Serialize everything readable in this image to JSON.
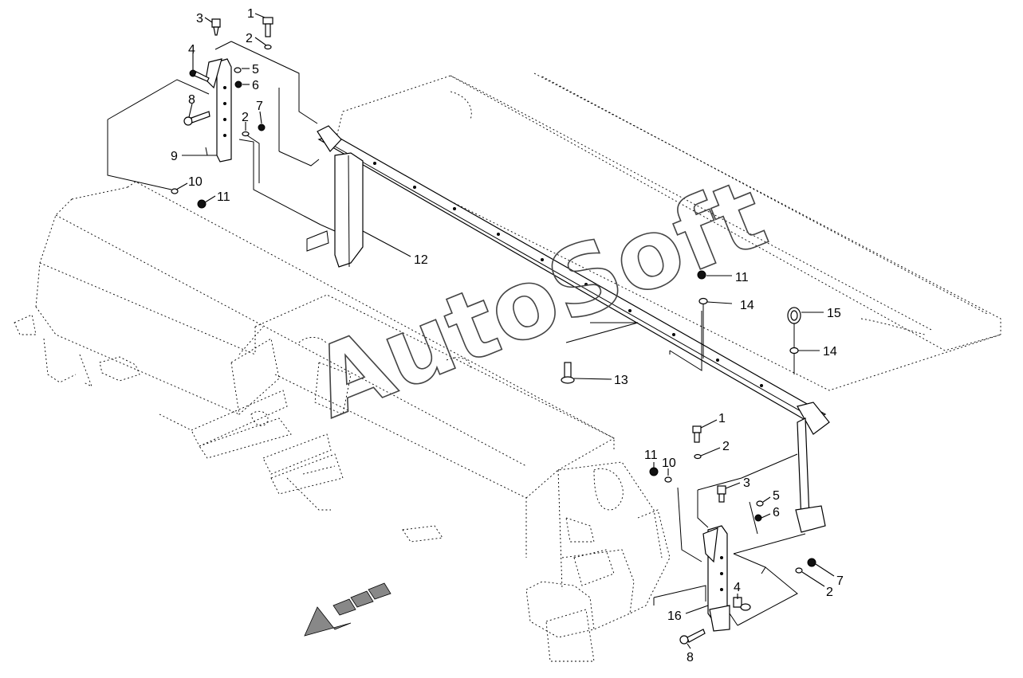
{
  "watermark": "AutoSoft",
  "parts": [
    {
      "id": "c1",
      "label": "1"
    },
    {
      "id": "c2",
      "label": "2"
    },
    {
      "id": "c3",
      "label": "3"
    },
    {
      "id": "c4",
      "label": "4"
    },
    {
      "id": "c5",
      "label": "5"
    },
    {
      "id": "c6",
      "label": "6"
    },
    {
      "id": "c7",
      "label": "7"
    },
    {
      "id": "c8",
      "label": "8"
    },
    {
      "id": "c9",
      "label": "9"
    },
    {
      "id": "c10",
      "label": "10"
    },
    {
      "id": "c11",
      "label": "11"
    },
    {
      "id": "c2b",
      "label": "2"
    },
    {
      "id": "c12",
      "label": "12"
    },
    {
      "id": "c11b",
      "label": "11"
    },
    {
      "id": "c14",
      "label": "14"
    },
    {
      "id": "c15",
      "label": "15"
    },
    {
      "id": "c14b",
      "label": "14"
    },
    {
      "id": "c13",
      "label": "13"
    },
    {
      "id": "c1b",
      "label": "1"
    },
    {
      "id": "c2c",
      "label": "2"
    },
    {
      "id": "c11c",
      "label": "11"
    },
    {
      "id": "c10b",
      "label": "10"
    },
    {
      "id": "c3b",
      "label": "3"
    },
    {
      "id": "c5b",
      "label": "5"
    },
    {
      "id": "c6b",
      "label": "6"
    },
    {
      "id": "c7b",
      "label": "7"
    },
    {
      "id": "c2d",
      "label": "2"
    },
    {
      "id": "c4b",
      "label": "4"
    },
    {
      "id": "c16",
      "label": "16"
    },
    {
      "id": "c8b",
      "label": "8"
    }
  ]
}
